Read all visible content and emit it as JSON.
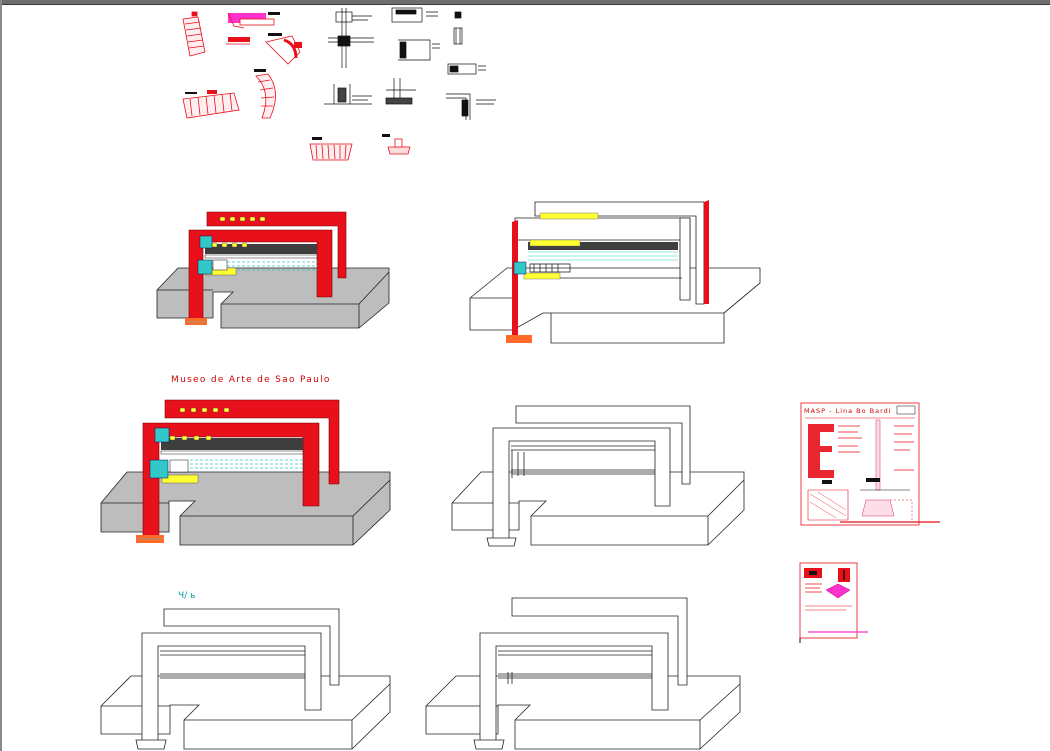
{
  "drawing": {
    "title": "Museo de Arte de Sao Paulo",
    "sheet_title": "MASP - Lina Bo Bardi",
    "scribble": "Ч/ ь",
    "colors": {
      "structure": "#e8101a",
      "base_gray": "#bdbdbd",
      "highlight": "#ffff33",
      "magenta": "#ff33cc",
      "cyan": "#33c8c8",
      "foundation": "#ff6a2a"
    },
    "models": [
      {
        "name": "model-red-top",
        "style": "red"
      },
      {
        "name": "model-outline-top",
        "style": "outline-red"
      },
      {
        "name": "model-red-mid",
        "style": "red"
      },
      {
        "name": "model-outline-mid",
        "style": "outline"
      },
      {
        "name": "model-outline-bottom-left",
        "style": "outline"
      },
      {
        "name": "model-outline-bottom-right",
        "style": "outline"
      }
    ]
  }
}
